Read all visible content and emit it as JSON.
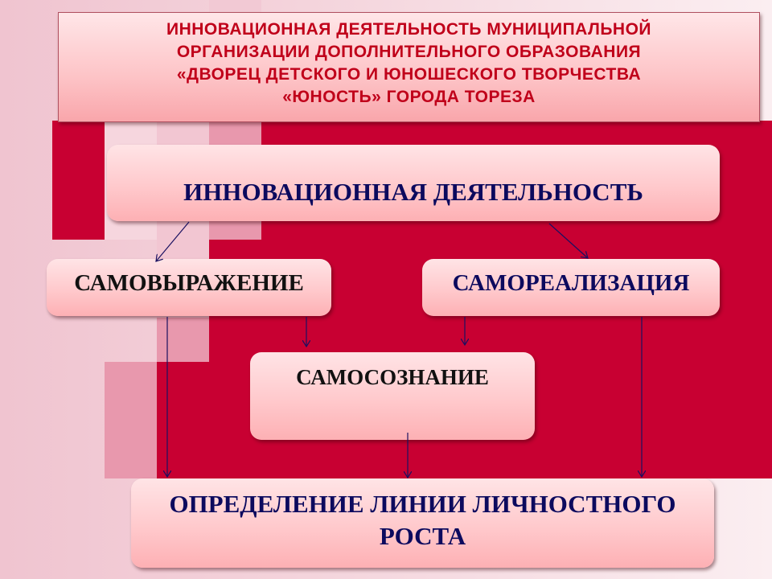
{
  "title": {
    "lines": [
      "ИННОВАЦИОННАЯ ДЕЯТЕЛЬНОСТЬ МУНИЦИПАЛЬНОЙ",
      "ОРГАНИЗАЦИИ ДОПОЛНИТЕЛЬНОГО ОБРАЗОВАНИЯ",
      "«ДВОРЕЦ ДЕТСКОГО И ЮНОШЕСКОГО ТВОРЧЕСТВА",
      "«ЮНОСТЬ» ГОРОДА ТОРЕЗА"
    ]
  },
  "nodes": {
    "innovation": "ИННОВАЦИОННАЯ ДЕЯТЕЛЬНОСТЬ",
    "self_expression": "САМОВЫРАЖЕНИЕ",
    "self_realization": "САМОРЕАЛИЗАЦИЯ",
    "self_awareness": "САМОСОЗНАНИЕ",
    "growth_line": "ОПРЕДЕЛЕНИЕ ЛИНИИ ЛИЧНОСТНОГО РОСТА"
  },
  "colors": {
    "accent": "#c80032",
    "title_text": "#c0001a",
    "node_text": "#0c0a5e"
  }
}
